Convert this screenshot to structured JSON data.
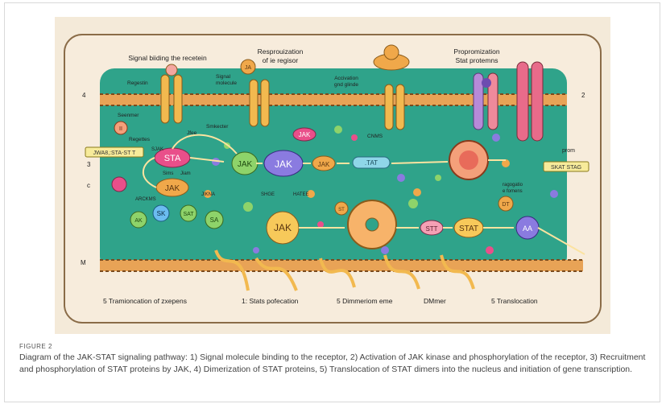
{
  "figure": {
    "label": "FIGURE 2",
    "caption": "Diagram of the JAK-STAT signaling pathway: 1) Signal molecule binding to the receptor, 2) Activation of JAK kinase and phosphorylation of the receptor, 3) Recruitment and phosphorylation of STAT proteins by JAK, 4) Dimerization of STAT proteins, 5) Translocation of STAT dimers into the nucleus and initiation of gene transcription."
  },
  "diagram": {
    "top_labels": {
      "signal_binding": "Signal biiding the recetein",
      "repolarization": "Resprouization",
      "repolarization_sub": "of ie regisor",
      "propromization": "Propromization",
      "propromization_sub": "Stat protemns",
      "ja": "JA",
      "signal_molecule": "Signal",
      "signal_molecule_sub": "molecule",
      "activation": "Accivation",
      "activation_sub": "gnd glinde",
      "regestin": "Regestin",
      "seenmer": "Seenmer",
      "jfee": "Jfee",
      "smkecter": "Smkecter",
      "regettes": "Regettes",
      "cnms": "CNMS",
      "prom": "prom",
      "ragogatio": "ragogatio",
      "ragogatio_sub": "e fomens"
    },
    "side_labels": {
      "four": "4",
      "two": "2",
      "three": "3",
      "c": "c",
      "m": "M",
      "left_box": "JWA8,:STA-ST T",
      "right_box": "SKAT STAG",
      "sjak": "SJAK",
      "sims": "Sims",
      "jiam": "Jiam",
      "arckms": "ARCKMS",
      "jikna": "JIKNA",
      "shge": "SHGE",
      "hatee": "HATEE"
    },
    "molecule_labels": {
      "sta": "STA",
      "jak": "JAK",
      "jak_small": "JAK",
      "stat": "STAT",
      "stat_dot": ".TAT",
      "sk": "SK",
      "sat": "SAT",
      "sa": "SA",
      "ak": "AK",
      "stt": "STT",
      "dt": "DT",
      "aa": "AA",
      "st": "ST",
      "ii": "II"
    },
    "bottom_labels": {
      "step5a": "5  Tramioncation of zxepens",
      "step1": "1: Stats pofecation",
      "step5b": "5 Dimmeriom eme",
      "dimer": "DMmer",
      "step5c": "5 Translocation"
    }
  }
}
